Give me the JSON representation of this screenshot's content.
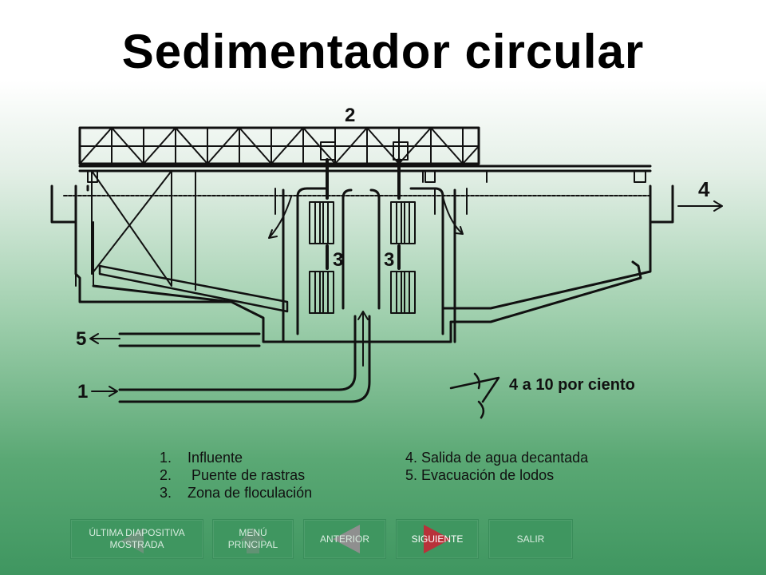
{
  "slide": {
    "title": "Sedimentador circular"
  },
  "diagram": {
    "labels": {
      "bridge": "2",
      "flocculation_left": "3",
      "flocculation_right": "3",
      "outlet": "4",
      "sludge": "5",
      "inlet": "1",
      "slope": "4 a 10 por ciento"
    }
  },
  "legend": {
    "items": [
      "1.    Influente",
      "2.     Puente de rastras",
      "3.    Zona de floculación",
      "4. Salida de agua decantada",
      "5. Evacuación de lodos"
    ]
  },
  "nav": {
    "last_viewed": "ÚLTIMA DIAPOSITIVA MOSTRADA",
    "main_menu": "MENÚ PRINCIPAL",
    "previous": "ANTERIOR",
    "next": "SIGUIENTE",
    "exit": "SALIR"
  },
  "colors": {
    "button_bg": "#3f9660",
    "arrow_gray": "#8f8f8f",
    "arrow_red": "#b8323a",
    "title": "#000000"
  }
}
